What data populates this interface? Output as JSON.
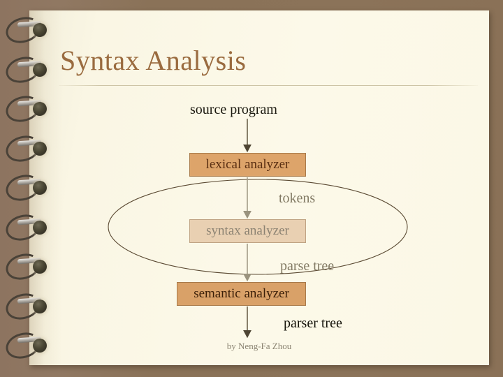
{
  "slide": {
    "title": "Syntax Analysis",
    "credit": "by Neng-Fa Zhou",
    "paper_color": "#fbf8e6",
    "background_color": "#8a7258",
    "title_color": "#9a6b3f"
  },
  "diagram": {
    "type": "flow",
    "nodes": [
      {
        "id": "lexical",
        "label": "lexical analyzer",
        "fill": "#dda46a",
        "border": "#a87a49",
        "text_color": "#5a2f12"
      },
      {
        "id": "syntax",
        "label": "syntax analyzer",
        "fill": "#e9d0b2",
        "border": "#bfa383",
        "text_color": "#8b8272"
      },
      {
        "id": "semantic",
        "label": "semantic analyzer",
        "fill": "#d9a168",
        "border": "#a87a49",
        "text_color": "#3b1f08"
      }
    ],
    "edge_labels": [
      {
        "id": "source",
        "label": "source program",
        "color": "#1c1a10"
      },
      {
        "id": "tokens",
        "label": "tokens",
        "color": "#827a64"
      },
      {
        "id": "parse_tree",
        "label": "parse tree",
        "color": "#827a64"
      },
      {
        "id": "parser_tree",
        "label": "parser tree",
        "color": "#15130a"
      }
    ],
    "highlight_ellipse": {
      "label": "",
      "stroke": "#5b4a33"
    }
  },
  "binding": {
    "icon": "spiral-ring-icon",
    "ring_count": 9
  }
}
